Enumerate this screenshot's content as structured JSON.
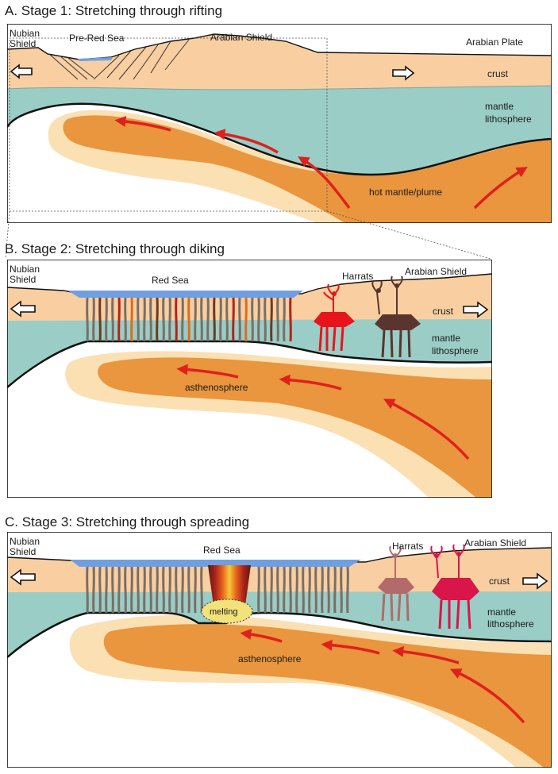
{
  "colors": {
    "crust": "#F9CFA2",
    "mantle_lithosphere": "#9ACDC6",
    "asthenosphere": "#E9963E",
    "asthenosphere_halo": "#FBE0B4",
    "sea": "#6F9FE0",
    "arrow_red": "#E0201C",
    "dike_gray": "#7A6E66",
    "melting": "#F2E27A"
  },
  "stage_a": {
    "title": "A. Stage 1: Stretching through rifting",
    "labels": {
      "nubian_line1": "Nubian",
      "nubian_line2": "Shield",
      "pre_red_sea": "Pre-Red Sea",
      "arabian_shield": "Arabian Shield",
      "arabian_plate": "Arabian Plate",
      "crust": "crust",
      "mantle_line1": "mantle",
      "mantle_line2": "lithosphere",
      "plume": "hot mantle/plume"
    }
  },
  "stage_b": {
    "title": "B. Stage 2: Stretching through diking",
    "labels": {
      "nubian_line1": "Nubian",
      "nubian_line2": "Shield",
      "red_sea": "Red Sea",
      "harrats": "Harrats",
      "arabian_shield": "Arabian Shield",
      "crust": "crust",
      "mantle_line1": "mantle",
      "mantle_line2": "lithosphere",
      "asthenosphere": "asthenosphere"
    }
  },
  "stage_c": {
    "title": "C. Stage 3: Stretching through spreading",
    "labels": {
      "nubian_line1": "Nubian",
      "nubian_line2": "Shield",
      "red_sea": "Red Sea",
      "harrats": "Harrats",
      "arabian_shield": "Arabian Shield",
      "crust": "crust",
      "mantle_line1": "mantle",
      "mantle_line2": "lithosphere",
      "melting": "melting",
      "asthenosphere": "asthenosphere"
    }
  }
}
